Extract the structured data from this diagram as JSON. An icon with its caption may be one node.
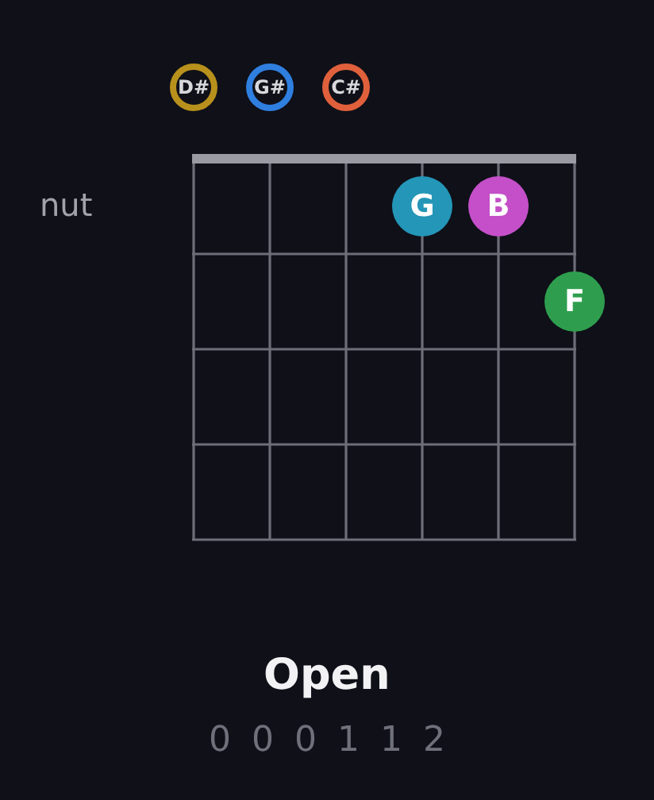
{
  "diagram": {
    "title": "Open",
    "nodes": [
      {
        "text": [
          "D#"
        ]
      },
      {
        "text": [
          "G#"
        ]
      },
      {
        "text": [
          "C#"
        ]
      },
      {
        "text": [
          "G"
        ]
      },
      {
        "text": [
          "B"
        ]
      },
      {
        "text": [
          "F"
        ]
      }
    ],
    "labels": [
      "nut",
      "0 0 0 1 1 2"
    ]
  }
}
